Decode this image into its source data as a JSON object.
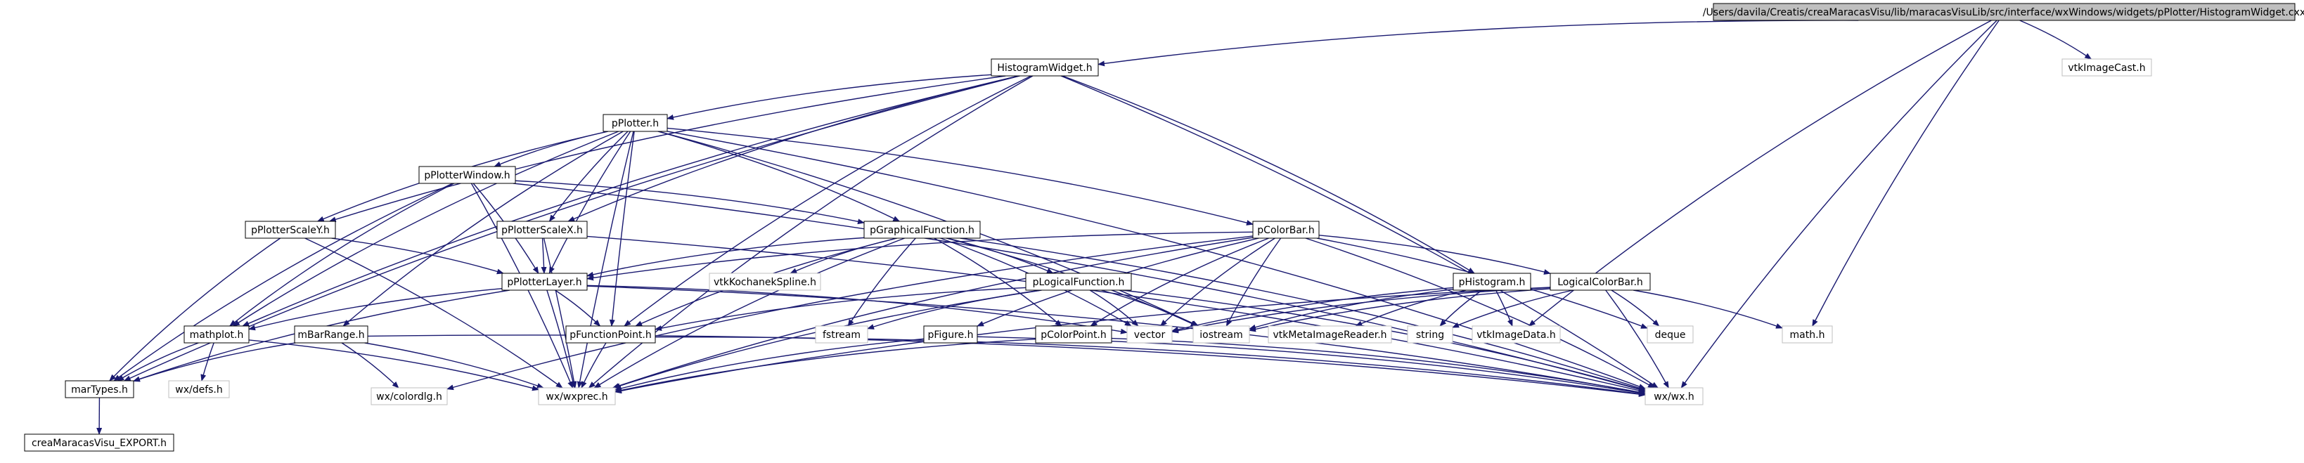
{
  "colors": {
    "edge": "#191970",
    "box_border_doc": "#000000",
    "box_border_external": "#bfbfbf",
    "box_fill_root": "#bfbfbf",
    "box_fill": "#ffffff"
  },
  "nodes": [
    {
      "id": "root",
      "label": "/Users/davila/Creatis/creaMaracasVisu/lib/maracasVisuLib/src/interface/wxWindows/widgets/pPlotter/HistogramWidget.cxx",
      "kind": "root"
    },
    {
      "id": "histogramwidget",
      "label": "HistogramWidget.h",
      "kind": "doc"
    },
    {
      "id": "vtkimagecast",
      "label": "vtkImageCast.h",
      "kind": "external"
    },
    {
      "id": "pplotter",
      "label": "pPlotter.h",
      "kind": "doc"
    },
    {
      "id": "pplotterwindow",
      "label": "pPlotterWindow.h",
      "kind": "doc"
    },
    {
      "id": "pplotterscaley",
      "label": "pPlotterScaleY.h",
      "kind": "doc"
    },
    {
      "id": "pplotterscalex",
      "label": "pPlotterScaleX.h",
      "kind": "doc"
    },
    {
      "id": "pgraphicalfunction",
      "label": "pGraphicalFunction.h",
      "kind": "doc"
    },
    {
      "id": "pcolorbar",
      "label": "pColorBar.h",
      "kind": "doc"
    },
    {
      "id": "pplotterlayer",
      "label": "pPlotterLayer.h",
      "kind": "doc"
    },
    {
      "id": "vtkkochanek",
      "label": "vtkKochanekSpline.h",
      "kind": "external"
    },
    {
      "id": "plogicalfunction",
      "label": "pLogicalFunction.h",
      "kind": "doc"
    },
    {
      "id": "phistogram",
      "label": "pHistogram.h",
      "kind": "doc"
    },
    {
      "id": "logicalcolorbar",
      "label": "LogicalColorBar.h",
      "kind": "doc"
    },
    {
      "id": "mathplot",
      "label": "mathplot.h",
      "kind": "doc"
    },
    {
      "id": "mbarrange",
      "label": "mBarRange.h",
      "kind": "doc"
    },
    {
      "id": "pfunctionpoint",
      "label": "pFunctionPoint.h",
      "kind": "doc"
    },
    {
      "id": "fstream",
      "label": "fstream",
      "kind": "external"
    },
    {
      "id": "pfigure",
      "label": "pFigure.h",
      "kind": "doc"
    },
    {
      "id": "pcolorpoint",
      "label": "pColorPoint.h",
      "kind": "doc"
    },
    {
      "id": "vector",
      "label": "vector",
      "kind": "external"
    },
    {
      "id": "iostream",
      "label": "iostream",
      "kind": "external"
    },
    {
      "id": "vtkmetaimagereader",
      "label": "vtkMetaImageReader.h",
      "kind": "external"
    },
    {
      "id": "string",
      "label": "string",
      "kind": "external"
    },
    {
      "id": "vtkimagedata",
      "label": "vtkImageData.h",
      "kind": "external"
    },
    {
      "id": "deque",
      "label": "deque",
      "kind": "external"
    },
    {
      "id": "mathh",
      "label": "math.h",
      "kind": "external"
    },
    {
      "id": "martypes",
      "label": "marTypes.h",
      "kind": "doc"
    },
    {
      "id": "wxdefs",
      "label": "wx/defs.h",
      "kind": "external"
    },
    {
      "id": "wxcolordlg",
      "label": "wx/colordlg.h",
      "kind": "external"
    },
    {
      "id": "wxwxprec",
      "label": "wx/wxprec.h",
      "kind": "external"
    },
    {
      "id": "wxwx",
      "label": "wx/wx.h",
      "kind": "external"
    },
    {
      "id": "creaexport",
      "label": "creaMaracasVisu_EXPORT.h",
      "kind": "doc"
    }
  ],
  "edges": [
    [
      "root",
      "histogramwidget"
    ],
    [
      "root",
      "vtkimagecast"
    ],
    [
      "root",
      "mathh"
    ],
    [
      "root",
      "wxwx"
    ],
    [
      "root",
      "vtkimagedata"
    ],
    [
      "histogramwidget",
      "pplotter"
    ],
    [
      "histogramwidget",
      "pplotterscaley"
    ],
    [
      "histogramwidget",
      "pplotterscalex"
    ],
    [
      "histogramwidget",
      "phistogram"
    ],
    [
      "histogramwidget",
      "mathplot"
    ],
    [
      "histogramwidget",
      "pfunctionpoint"
    ],
    [
      "histogramwidget",
      "martypes"
    ],
    [
      "histogramwidget",
      "wxwxprec"
    ],
    [
      "histogramwidget",
      "wxwx"
    ],
    [
      "pplotter",
      "pplotterwindow"
    ],
    [
      "pplotter",
      "pplotterscaley"
    ],
    [
      "pplotter",
      "pplotterscalex"
    ],
    [
      "pplotter",
      "pgraphicalfunction"
    ],
    [
      "pplotter",
      "pcolorbar"
    ],
    [
      "pplotter",
      "pplotterlayer"
    ],
    [
      "pplotter",
      "mathplot"
    ],
    [
      "pplotter",
      "mbarrange"
    ],
    [
      "pplotter",
      "pfunctionpoint"
    ],
    [
      "pplotter",
      "iostream"
    ],
    [
      "pplotter",
      "wxwxprec"
    ],
    [
      "pplotter",
      "wxwx"
    ],
    [
      "pplotterwindow",
      "pplotterlayer"
    ],
    [
      "pplotterwindow",
      "mathplot"
    ],
    [
      "pplotterwindow",
      "martypes"
    ],
    [
      "pplotterwindow",
      "wxwxprec"
    ],
    [
      "pplotterwindow",
      "wxwx"
    ],
    [
      "pplotterwindow",
      "pgraphicalfunction"
    ],
    [
      "pplotterscaley",
      "pplotterlayer"
    ],
    [
      "pplotterscaley",
      "martypes"
    ],
    [
      "pplotterscaley",
      "wxwxprec"
    ],
    [
      "pplotterscalex",
      "pplotterlayer"
    ],
    [
      "pplotterscalex",
      "wxwxprec"
    ],
    [
      "pplotterscalex",
      "wxwx"
    ],
    [
      "pgraphicalfunction",
      "vtkkochanek"
    ],
    [
      "pgraphicalfunction",
      "plogicalfunction"
    ],
    [
      "pgraphicalfunction",
      "pfunctionpoint"
    ],
    [
      "pgraphicalfunction",
      "pplotterlayer"
    ],
    [
      "pgraphicalfunction",
      "fstream"
    ],
    [
      "pgraphicalfunction",
      "vector"
    ],
    [
      "pgraphicalfunction",
      "iostream"
    ],
    [
      "pgraphicalfunction",
      "wxwxprec"
    ],
    [
      "pgraphicalfunction",
      "wxwx"
    ],
    [
      "pgraphicalfunction",
      "pcolorpoint"
    ],
    [
      "pcolorbar",
      "logicalcolorbar"
    ],
    [
      "pcolorbar",
      "pfigure"
    ],
    [
      "pcolorbar",
      "pcolorpoint"
    ],
    [
      "pcolorbar",
      "vector"
    ],
    [
      "pcolorbar",
      "iostream"
    ],
    [
      "pcolorbar",
      "deque"
    ],
    [
      "pcolorbar",
      "wxwxprec"
    ],
    [
      "pcolorbar",
      "wxwx"
    ],
    [
      "pcolorbar",
      "wxcolordlg"
    ],
    [
      "pcolorbar",
      "pplotterlayer"
    ],
    [
      "pplotterlayer",
      "mathplot"
    ],
    [
      "pplotterlayer",
      "pfunctionpoint"
    ],
    [
      "pplotterlayer",
      "wxwxprec"
    ],
    [
      "pplotterlayer",
      "vector"
    ],
    [
      "pplotterlayer",
      "wxwx"
    ],
    [
      "pplotterlayer",
      "martypes"
    ],
    [
      "plogicalfunction",
      "pfunctionpoint"
    ],
    [
      "plogicalfunction",
      "fstream"
    ],
    [
      "plogicalfunction",
      "vector"
    ],
    [
      "plogicalfunction",
      "iostream"
    ],
    [
      "plogicalfunction",
      "wxwxprec"
    ],
    [
      "plogicalfunction",
      "wxwx"
    ],
    [
      "phistogram",
      "vtkmetaimagereader"
    ],
    [
      "phistogram",
      "string"
    ],
    [
      "phistogram",
      "vtkimagedata"
    ],
    [
      "phistogram",
      "vector"
    ],
    [
      "phistogram",
      "iostream"
    ],
    [
      "logicalcolorbar",
      "deque"
    ],
    [
      "logicalcolorbar",
      "math"
    ],
    [
      "logicalcolorbar",
      "vector"
    ],
    [
      "logicalcolorbar",
      "iostream"
    ],
    [
      "logicalcolorbar",
      "string"
    ],
    [
      "logicalcolorbar",
      "wxwx"
    ],
    [
      "logicalcolorbar",
      "wxwxprec"
    ],
    [
      "logicalcolorbar",
      "mathh"
    ],
    [
      "mathplot",
      "martypes"
    ],
    [
      "mathplot",
      "wxdefs"
    ],
    [
      "mathplot",
      "wxwxprec"
    ],
    [
      "mbarrange",
      "martypes"
    ],
    [
      "mbarrange",
      "wxwxprec"
    ],
    [
      "mbarrange",
      "wxwx"
    ],
    [
      "mbarrange",
      "wxcolordlg"
    ],
    [
      "pfunctionpoint",
      "wxwxprec"
    ],
    [
      "pfunctionpoint",
      "wxwx"
    ],
    [
      "pfigure",
      "wxwxprec"
    ],
    [
      "pfigure",
      "wxwx"
    ],
    [
      "pcolorpoint",
      "wxwxprec"
    ],
    [
      "pcolorpoint",
      "wxwx"
    ],
    [
      "martypes",
      "creaexport"
    ]
  ]
}
